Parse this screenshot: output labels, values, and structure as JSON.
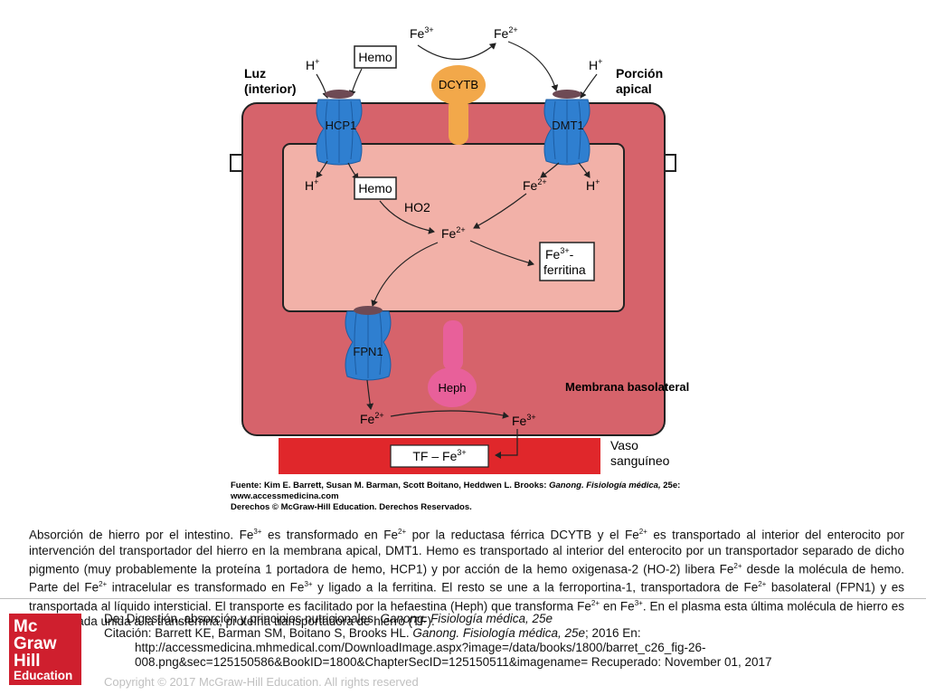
{
  "diagram": {
    "label_lumen_1": "Luz",
    "label_lumen_2": "(interior)",
    "label_apical_1": "Porción",
    "label_apical_2": "apical",
    "fe3_top": "Fe",
    "fe3_top_sup": "3+",
    "fe2_top": "Fe",
    "fe2_top_sup": "2+",
    "h_hcp1_top": "H",
    "h_hcp1_top_sup": "+",
    "hemo_top": "Hemo",
    "dcytb": "DCYTB",
    "h_dmt1_top": "H",
    "h_dmt1_top_sup": "+",
    "hcp1": "HCP1",
    "dmt1": "DMT1",
    "h_hcp1_in": "H",
    "h_hcp1_in_sup": "+",
    "hemo_in": "Hemo",
    "fe2_dmt1_in": "Fe",
    "fe2_dmt1_in_sup": "2+",
    "h_dmt1_in": "H",
    "h_dmt1_in_sup": "+",
    "ho2": "HO2",
    "fe2_center": "Fe",
    "fe2_center_sup": "2+",
    "ferritin_1": "Fe",
    "ferritin_1_sup": "3+",
    "ferritin_1_tail": "-",
    "ferritin_2": "ferritina",
    "fpn1": "FPN1",
    "heph": "Heph",
    "membrane_label": "Membrana basolateral",
    "fe2_bottom": "Fe",
    "fe2_bottom_sup": "2+",
    "fe3_bottom": "Fe",
    "fe3_bottom_sup": "3+",
    "tf": "TF – Fe",
    "tf_sup": "3+",
    "vessel_1": "Vaso",
    "vessel_2": "sanguíneo",
    "source_1a": "Fuente: Kim E. Barrett, Susan M. Barman, Scott Boitano, Heddwen L. Brooks: ",
    "source_1b": "Ganong. Fisiología médica,",
    "source_1c": " 25e:",
    "source_2": "www.accessmedicina.com",
    "source_3": "Derechos © McGraw-Hill Education. Derechos Reservados."
  },
  "caption": {
    "p1": "Absorción de hierro por el intestino. Fe",
    "s1": "3+",
    "p2": " es transformado en Fe",
    "s2": "2+",
    "p3": " por la reductasa férrica DCYTB y el Fe",
    "s3": "2+",
    "p4": " es transportado al interior del enterocito por intervención del transportador del hierro en la membrana apical, DMT1. Hemo es transportado al interior del enterocito por un transportador separado de dicho pigmento (muy probablemente la proteína 1 portadora de hemo, HCP1) y por acción de la hemo oxigenasa-2 (HO-2) libera Fe",
    "s4": "2+",
    "p5": " desde la molécula de hemo. Parte del Fe",
    "s5": "2+",
    "p6": " intracelular es transformado en Fe",
    "s6": "3+",
    "p7": " y ligado a la ferritina. El resto se une a la ferroportina-1, transportadora de Fe",
    "s7": "2+",
    "p8": " basolateral (FPN1) y es transportada al líquido intersticial. El transporte es facilitado por la hefaestina (Heph) que transforma Fe",
    "s8": "2+",
    "p9": " en Fe",
    "s9": "3+",
    "p10": ". En el plasma esta última molécula de hierro es transportada unida a la transferrina, proteína transportadora de hierro (TF)."
  },
  "logo": {
    "line1": "Mc",
    "line2": "Graw",
    "line3": "Hill",
    "line4": "Education"
  },
  "credits": {
    "from_prefix": "De: Digestión, absorción y principios nutricionales, ",
    "from_title": "Ganong. Fisiología médica, 25e",
    "cite_prefix": "Citación: Barrett KE, Barman SM, Boitano S, Brooks HL. ",
    "cite_title": "Ganong. Fisiología médica, 25e",
    "cite_suffix": "; 2016 En:",
    "url_1": "http://accessmedicina.mhmedical.com/DownloadImage.aspx?image=/data/books/1800/barret_c26_fig-26-",
    "url_2": "008.png&sec=125150586&BookID=1800&ChapterSecID=125150511&imagename= Recuperado: November 01, 2017"
  },
  "copyright": "Copyright © 2017 McGraw-Hill Education. All rights reserved",
  "colors": {
    "cell_outer": "#d6636b",
    "cell_inner": "#f2b1a8",
    "transporter_blue": "#2f7fd0",
    "transporter_cap": "#6e4a54",
    "dcytb_orange": "#f2a84a",
    "heph_pink": "#e8609a",
    "vessel_red": "#e0272b",
    "logo_red": "#cf1f2e"
  }
}
